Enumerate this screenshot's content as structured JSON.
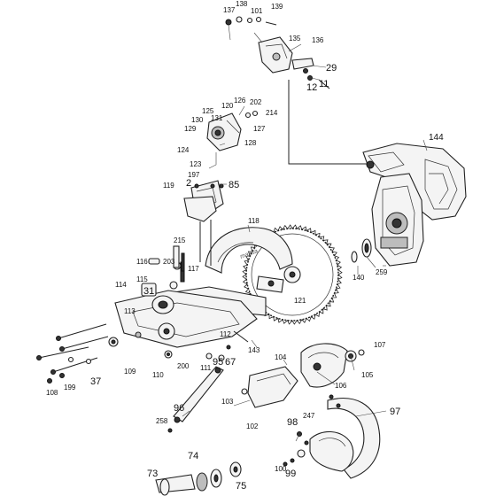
{
  "diagram": {
    "part_numbers": [
      "137",
      "138",
      "101",
      "139",
      "135",
      "136",
      "29",
      "12",
      "11",
      "125",
      "120",
      "126",
      "202",
      "214",
      "130",
      "131",
      "129",
      "127",
      "128",
      "124",
      "123",
      "144",
      "197",
      "2",
      "85",
      "119",
      "118",
      "215",
      "203",
      "116",
      "117",
      "115",
      "114",
      "31",
      "113",
      "121",
      "140",
      "259",
      "107",
      "105",
      "104",
      "106",
      "112",
      "143",
      "109",
      "110",
      "200",
      "111",
      "95",
      "67",
      "108",
      "199",
      "37",
      "103",
      "96",
      "258",
      "247",
      "98",
      "102",
      "97",
      "100",
      "99",
      "73",
      "74",
      "75"
    ]
  }
}
